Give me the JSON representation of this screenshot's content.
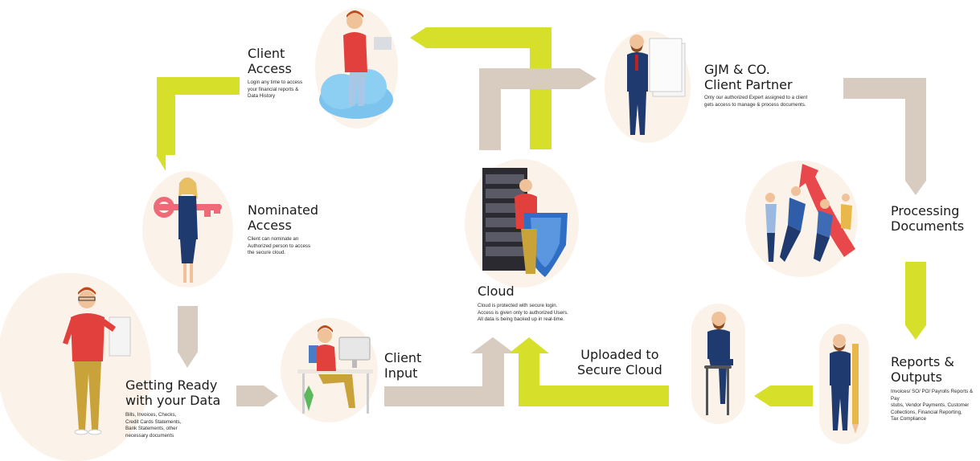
{
  "colors": {
    "lime": "#d6e02a",
    "taupe": "#d8ccc0",
    "blob": "#fbf3ea",
    "title": "#1b1b1b"
  },
  "steps": {
    "getting_ready": {
      "title": "Getting Ready\nwith your Data",
      "desc": "Bills, Invoices, Checks,\nCredit Cards Statements,\nBank Statements, other\nnecessary documents",
      "icon": "person-holding-document-icon"
    },
    "nominated_access": {
      "title": "Nominated\nAccess",
      "desc": "Client can nominate an\nAuthorized person to access\nthe secure cloud.",
      "icon": "woman-holding-key-icon"
    },
    "client_access": {
      "title": "Client\nAccess",
      "desc": "Login any time to access\nyour financial reports &\nData History",
      "icon": "person-on-cloud-icon"
    },
    "client_input": {
      "title": "Client\nInput",
      "icon": "person-at-computer-icon"
    },
    "cloud": {
      "title": "Cloud",
      "desc": "Cloud is protected with secure login.\nAccess is given only to authorized Users.\nAll data is being backed up in real-time.",
      "icon": "server-shield-icon"
    },
    "uploaded": {
      "title": "Uploaded to\nSecure Cloud",
      "icon": "person-on-stool-icon"
    },
    "client_partner": {
      "title": "GJM & CO.\nClient Partner",
      "desc": "Only our authorized Expert assigned to a client\ngets access to manage & process documents.",
      "icon": "expert-holding-documents-icon"
    },
    "processing": {
      "title": "Processing\nDocuments",
      "icon": "team-pushing-arrow-icon"
    },
    "reports": {
      "title": "Reports &\nOutputs",
      "desc": "Invoices/ SO/ PO/ Payrolls Reports & Pay\nstubs, Vendor Payments, Customer\nCollections, Financial Reporting,\nTax Compliance",
      "icon": "person-with-pencil-icon"
    }
  }
}
